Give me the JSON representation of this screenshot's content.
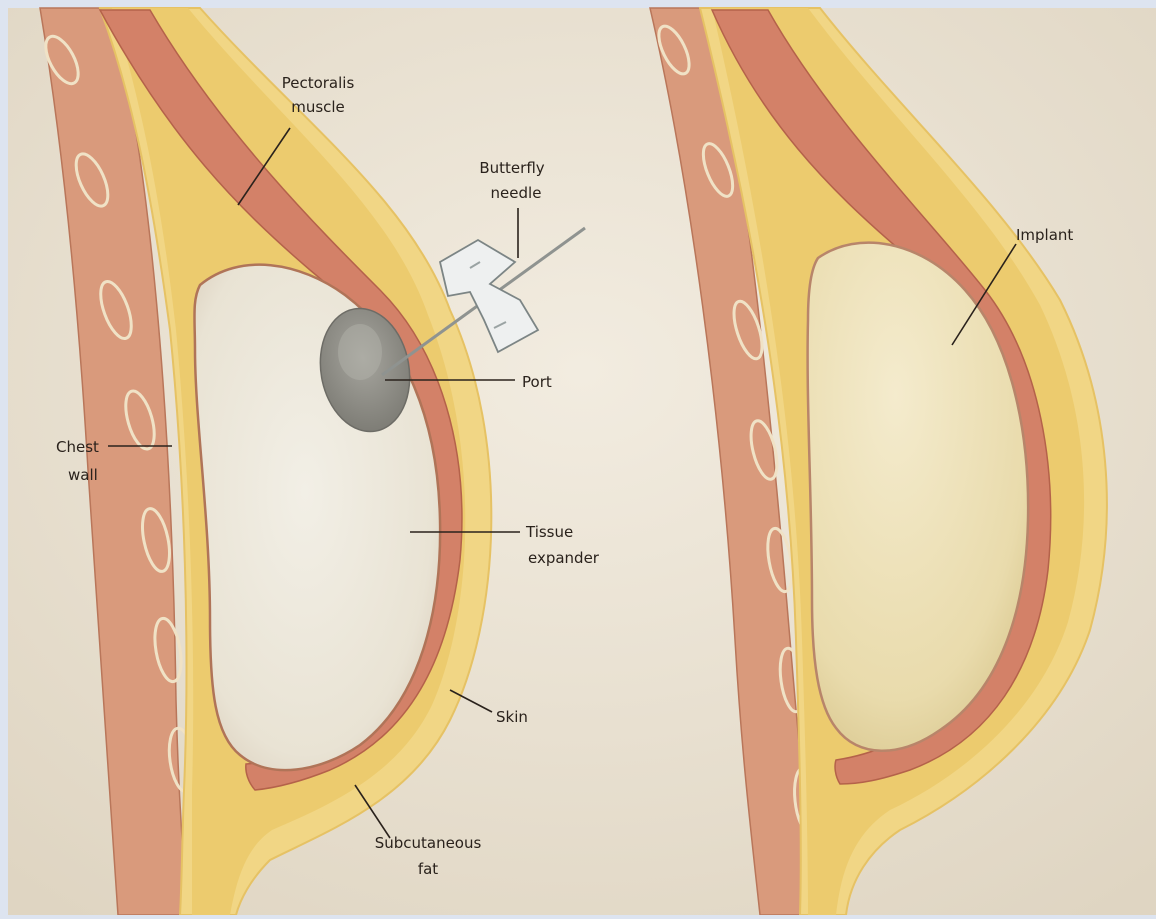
{
  "colors": {
    "frame": "#dde4f0",
    "paper": "#e9e2d2",
    "skin": "#f3dc86",
    "fat": "#ecc668",
    "muscle": "#cf7c63",
    "muscle_dark": "#b45f48",
    "expander": "#eeeadf",
    "implant": "#eee1b8",
    "port": "#8e8d86",
    "leader": "#2a221c"
  },
  "labels": {
    "pectoralis": [
      "Pectoralis",
      "muscle"
    ],
    "butterfly": [
      "Butterfly",
      "needle"
    ],
    "port": "Port",
    "chest_wall": [
      "Chest",
      "wall"
    ],
    "tissue_expander": [
      "Tissue",
      "expander"
    ],
    "skin": "Skin",
    "subcutaneous": [
      "Subcutaneous",
      "fat"
    ],
    "implant": "Implant"
  },
  "icons": {
    "needle": "butterfly-needle-icon",
    "port": "port-icon"
  }
}
